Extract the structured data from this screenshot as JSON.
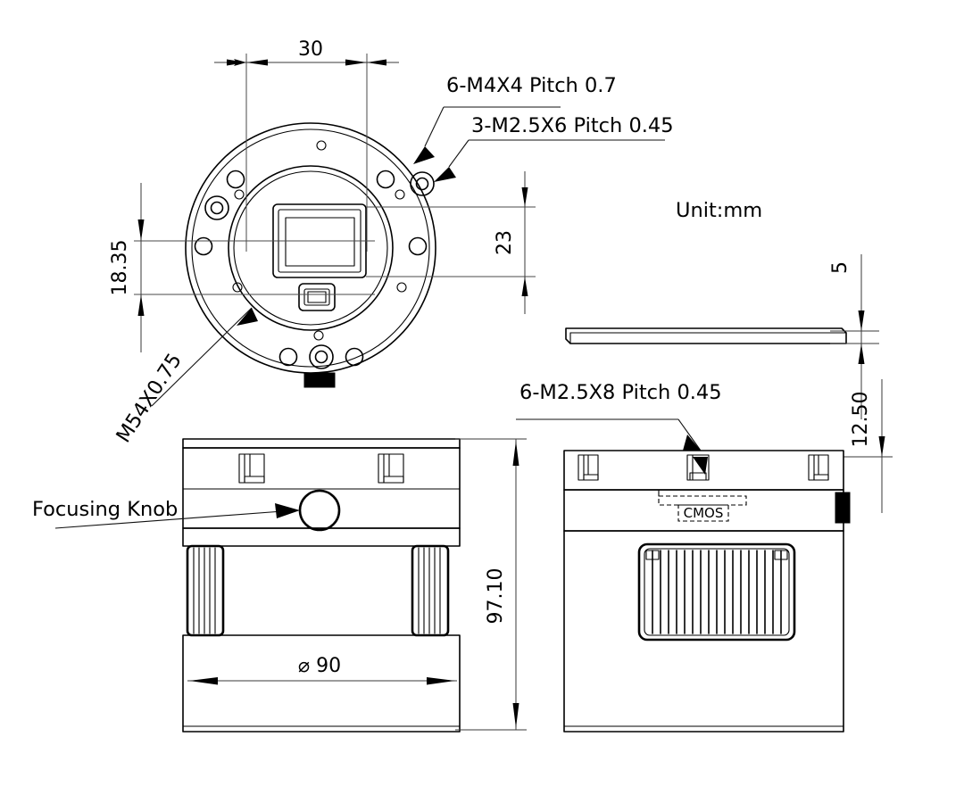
{
  "drawing": {
    "title": "Camera mechanical dimension drawing",
    "unit_note": "Unit:mm",
    "line_color": "#000000",
    "dim_color": "#3a3a3a",
    "background": "#ffffff"
  },
  "front_view": {
    "name": "front-face-view",
    "dimensions": {
      "width_30": "30",
      "vertical_18_35": "18.35",
      "vertical_23": "23"
    },
    "callouts": {
      "m4": "6-M4X4   Pitch 0.7",
      "m25x6": "3-M2.5X6   Pitch 0.45",
      "thread": "M54X0.75"
    }
  },
  "plate_view": {
    "name": "thin-plate-side-view",
    "dimensions": {
      "thickness_5": "5",
      "gap_12_50": "12.50"
    }
  },
  "side_view_left": {
    "name": "left-side-body-view",
    "labels": {
      "focusing_knob": "Focusing Knob"
    },
    "dimensions": {
      "diameter_90": "⌀ 90",
      "height_97_10": "97.10"
    }
  },
  "side_view_right": {
    "name": "right-side-body-view",
    "labels": {
      "cmos": "CMOS"
    },
    "callouts": {
      "m25x8": "6-M2.5X8   Pitch 0.45"
    }
  }
}
